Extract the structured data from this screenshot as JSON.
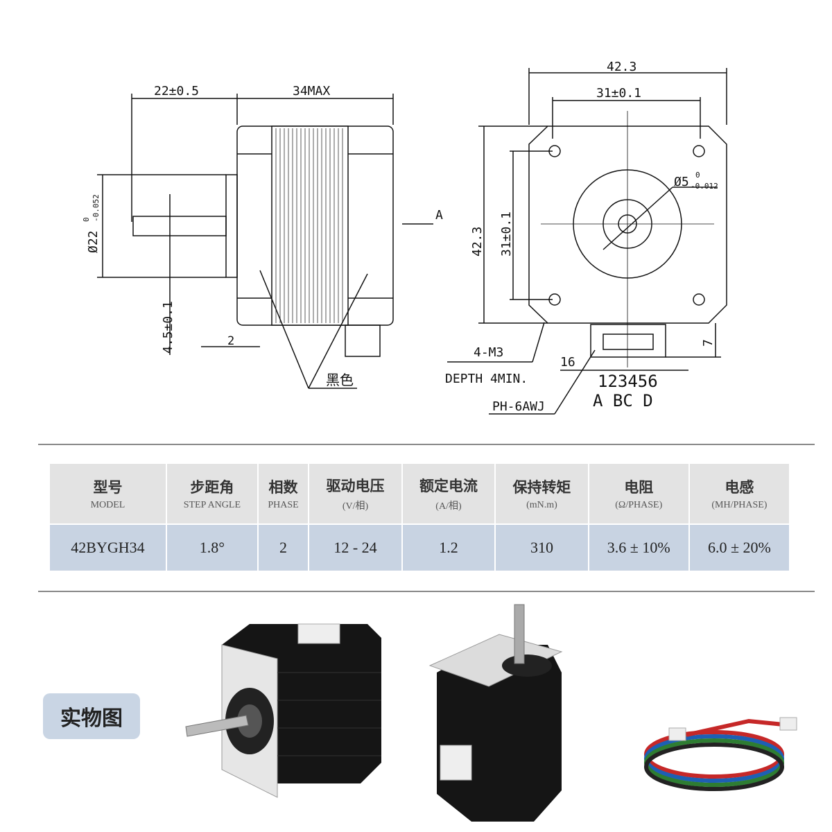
{
  "side_view": {
    "dim_shaft_length": "22±0.5",
    "dim_body_length": "34MAX",
    "dim_boss_dia": "Ø22",
    "dim_boss_tol_upper": "0",
    "dim_boss_tol_lower": "-0.052",
    "view_arrow": "A",
    "dim_flat": "4.5±0.1",
    "dim_boss_height": "2",
    "color_note": "黑色"
  },
  "front_view": {
    "dim_width": "42.3",
    "dim_hole_spacing_h": "31±0.1",
    "dim_height": "42.3",
    "dim_hole_spacing_v": "31±0.1",
    "dim_shaft_dia": "Ø5",
    "dim_shaft_tol_upper": "0",
    "dim_shaft_tol_lower": "-0.012",
    "hole_note": "4-M3",
    "depth_note": "DEPTH 4MIN.",
    "dim_connector_offset": "16",
    "dim_connector_height": "7",
    "pin_numbers": "123456",
    "pin_phases": "A BC D",
    "connector_type": "PH-6AWJ"
  },
  "spec_table": {
    "headers": [
      {
        "cn": "型号",
        "en": "MODEL"
      },
      {
        "cn": "步距角",
        "en": "STEP ANGLE"
      },
      {
        "cn": "相数",
        "en": "PHASE"
      },
      {
        "cn": "驱动电压",
        "en": "(V/相)"
      },
      {
        "cn": "额定电流",
        "en": "(A/相)"
      },
      {
        "cn": "保持转矩",
        "en": "(mN.m)"
      },
      {
        "cn": "电阻",
        "en": "(Ω/PHASE)"
      },
      {
        "cn": "电感",
        "en": "(MH/PHASE)"
      }
    ],
    "row": [
      "42BYGH34",
      "1.8°",
      "2",
      "12 - 24",
      "1.2",
      "310",
      "3.6 ± 10%",
      "6.0 ± 20%"
    ]
  },
  "photos": {
    "label": "实物图"
  }
}
